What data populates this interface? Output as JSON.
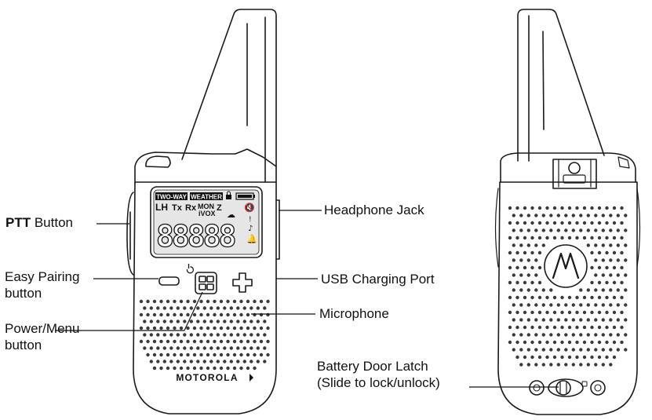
{
  "labels": {
    "ptt_bold": "PTT",
    "ptt_rest": " Button",
    "easy_pairing_line1": "Easy Pairing",
    "easy_pairing_line2": "button",
    "power_menu_line1": "Power/Menu",
    "power_menu_line2": "button",
    "headphone_jack": "Headphone Jack",
    "usb_port": "USB Charging Port",
    "microphone": "Microphone",
    "battery_latch_line1": "Battery Door Latch",
    "battery_latch_line2": "(Slide to lock/unlock)"
  },
  "display": {
    "badge_two_way": "TWO-WAY",
    "badge_weather": "WEATHER",
    "lh": "LH",
    "tx": "Tx",
    "rx": "Rx",
    "mon": "MON",
    "ivox": "iVOX",
    "digits": "88888"
  },
  "brand": {
    "name": "MOTOROLA"
  },
  "colors": {
    "outline": "#1a1a1a",
    "screen": "#e6e6e6",
    "grille": "#3a3a3a"
  }
}
